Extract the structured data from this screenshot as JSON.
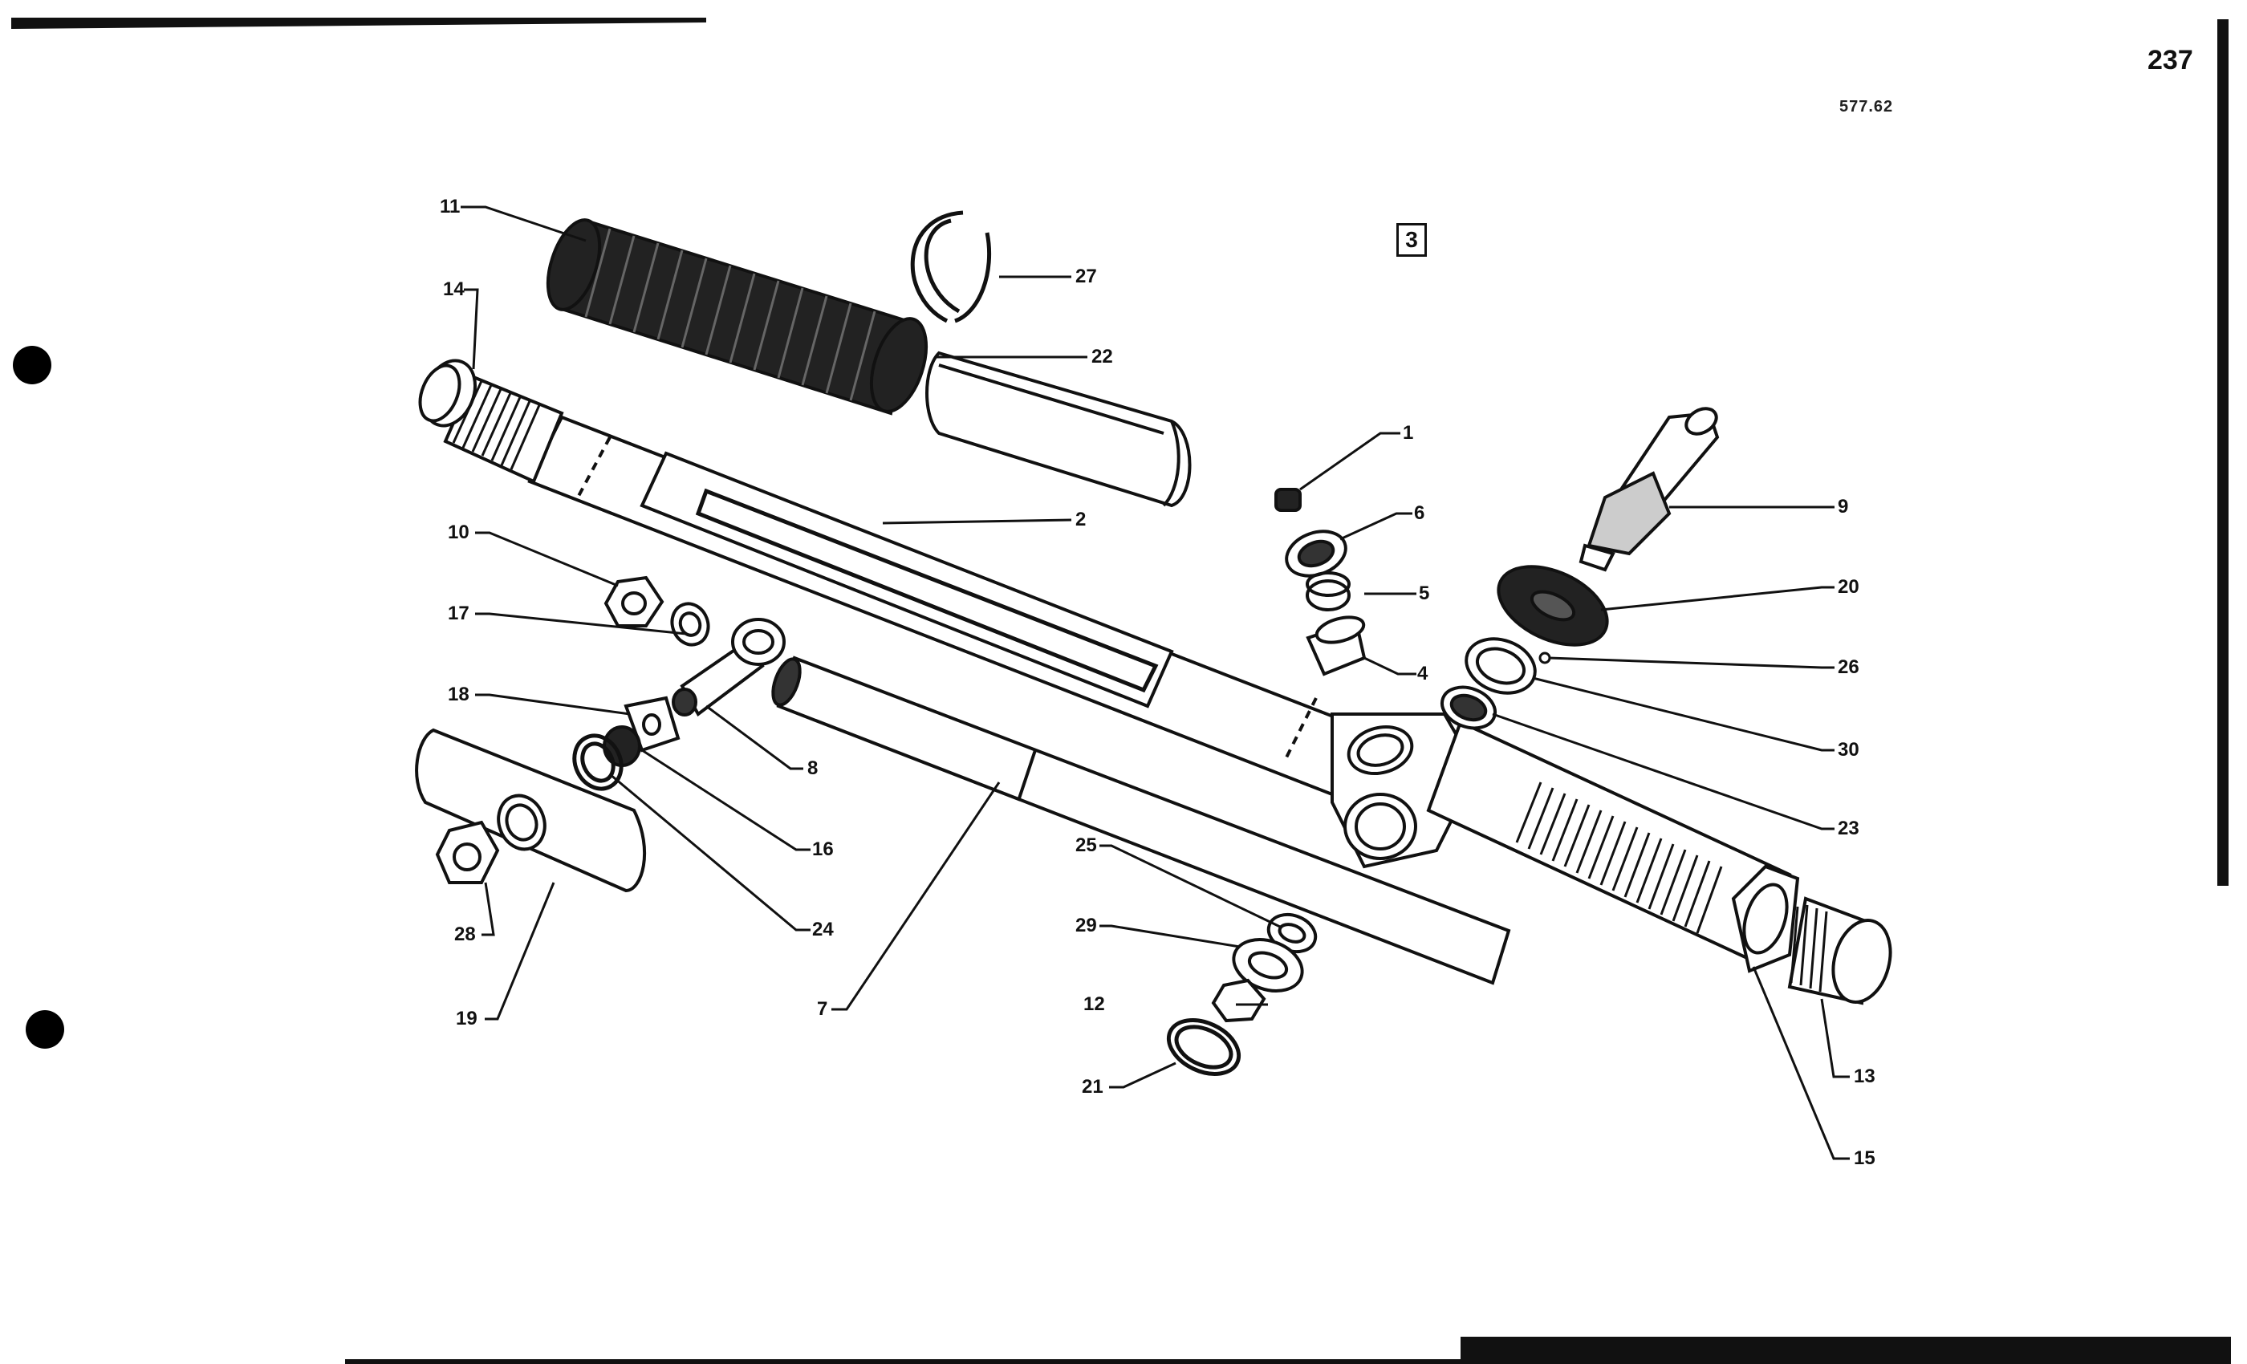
{
  "page": {
    "page_number": "237",
    "drawing_code": "577.62",
    "section_marker": "3"
  },
  "callouts": [
    {
      "id": "c1",
      "label": "1"
    },
    {
      "id": "c2",
      "label": "2"
    },
    {
      "id": "c4",
      "label": "4"
    },
    {
      "id": "c5",
      "label": "5"
    },
    {
      "id": "c6",
      "label": "6"
    },
    {
      "id": "c7",
      "label": "7"
    },
    {
      "id": "c8",
      "label": "8"
    },
    {
      "id": "c9",
      "label": "9"
    },
    {
      "id": "c10",
      "label": "10"
    },
    {
      "id": "c11",
      "label": "11"
    },
    {
      "id": "c12",
      "label": "12"
    },
    {
      "id": "c13",
      "label": "13"
    },
    {
      "id": "c14",
      "label": "14"
    },
    {
      "id": "c15",
      "label": "15"
    },
    {
      "id": "c16",
      "label": "16"
    },
    {
      "id": "c17",
      "label": "17"
    },
    {
      "id": "c18",
      "label": "18"
    },
    {
      "id": "c19",
      "label": "19"
    },
    {
      "id": "c20",
      "label": "20"
    },
    {
      "id": "c21",
      "label": "21"
    },
    {
      "id": "c22",
      "label": "22"
    },
    {
      "id": "c23",
      "label": "23"
    },
    {
      "id": "c24",
      "label": "24"
    },
    {
      "id": "c25",
      "label": "25"
    },
    {
      "id": "c26",
      "label": "26"
    },
    {
      "id": "c27",
      "label": "27"
    },
    {
      "id": "c28",
      "label": "28"
    },
    {
      "id": "c29",
      "label": "29"
    },
    {
      "id": "c30",
      "label": "30"
    }
  ],
  "colors": {
    "ink": "#111111",
    "paper": "#ffffff"
  }
}
